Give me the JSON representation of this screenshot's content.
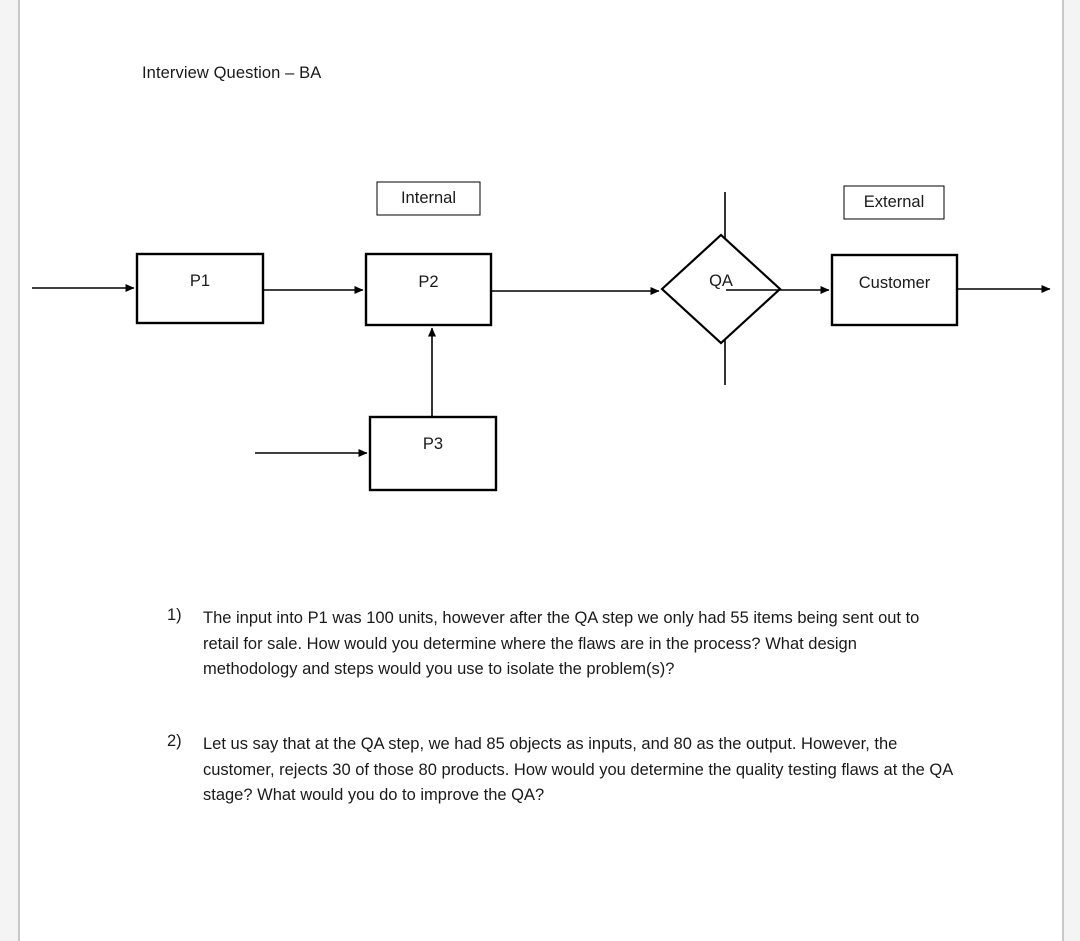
{
  "document": {
    "title": "Interview Question – BA",
    "page_background": "#ffffff",
    "outside_background": "#f4f4f4",
    "ink_color": "#1a1a1a"
  },
  "diagram": {
    "type": "process-flow",
    "boundary_labels": [
      {
        "id": "internal",
        "text": "Internal"
      },
      {
        "id": "external",
        "text": "External"
      }
    ],
    "divider": {
      "name": "internal-external-divider"
    },
    "nodes": [
      {
        "id": "p1",
        "shape": "rectangle",
        "label": "P1"
      },
      {
        "id": "p2",
        "shape": "rectangle",
        "label": "P2"
      },
      {
        "id": "p3",
        "shape": "rectangle",
        "label": "P3"
      },
      {
        "id": "qa",
        "shape": "diamond",
        "label": "QA"
      },
      {
        "id": "customer",
        "shape": "rectangle",
        "label": "Customer"
      }
    ],
    "edges": [
      {
        "from": "input",
        "to": "p1"
      },
      {
        "from": "p1",
        "to": "p2"
      },
      {
        "from": "p2",
        "to": "qa"
      },
      {
        "from": "input",
        "to": "p3"
      },
      {
        "from": "p3",
        "to": "p2"
      },
      {
        "from": "qa",
        "to": "customer"
      },
      {
        "from": "customer",
        "to": "output"
      }
    ]
  },
  "questions": [
    {
      "number": "1)",
      "text": "The input into P1 was 100 units, however after the QA step we only had 55 items being sent out to retail for sale. How would you determine where the flaws are in the process? What design methodology and steps would you use to isolate the problem(s)?"
    },
    {
      "number": "2)",
      "text": "Let us say that at the QA step, we had 85 objects as inputs, and 80 as the output. However, the customer, rejects 30 of those 80 products. How would you determine the quality testing flaws at the QA stage? What would you do to improve the QA?"
    }
  ]
}
